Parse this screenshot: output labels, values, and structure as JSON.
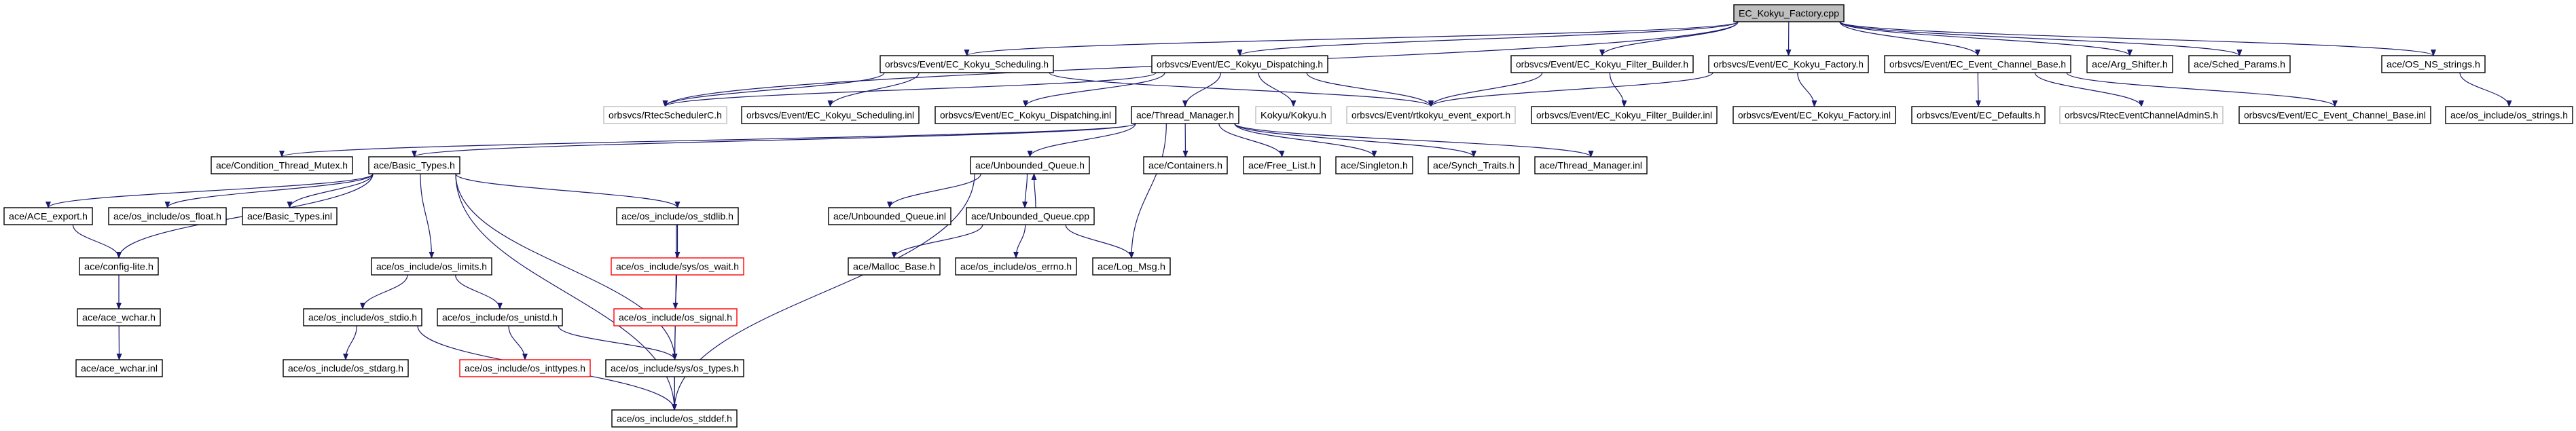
{
  "graph": {
    "edge_color": "#191970",
    "colors": {
      "normal_border": "#000000",
      "external_border": "#bfbfbf",
      "truncated_border": "#ff0000",
      "root_fill": "#bfbfbf",
      "node_fill": "#ffffff"
    },
    "nodes": [
      {
        "id": "F",
        "label": "EC_Kokyu_Factory.cpp",
        "kind": "root"
      },
      {
        "id": "sch_h",
        "label": "orbsvcs/Event/EC_Kokyu_Scheduling.h",
        "kind": "normal"
      },
      {
        "id": "disp_h",
        "label": "orbsvcs/Event/EC_Kokyu_Dispatching.h",
        "kind": "normal"
      },
      {
        "id": "fb_h",
        "label": "orbsvcs/Event/EC_Kokyu_Filter_Builder.h",
        "kind": "normal"
      },
      {
        "id": "kf_h",
        "label": "orbsvcs/Event/EC_Kokyu_Factory.h",
        "kind": "normal"
      },
      {
        "id": "ecb_h",
        "label": "orbsvcs/Event/EC_Event_Channel_Base.h",
        "kind": "normal"
      },
      {
        "id": "arg",
        "label": "ace/Arg_Shifter.h",
        "kind": "normal"
      },
      {
        "id": "sched",
        "label": "ace/Sched_Params.h",
        "kind": "normal"
      },
      {
        "id": "nsstr",
        "label": "ace/OS_NS_strings.h",
        "kind": "normal"
      },
      {
        "id": "rtsch",
        "label": "orbsvcs/RtecSchedulerC.h",
        "kind": "external"
      },
      {
        "id": "sch_inl",
        "label": "orbsvcs/Event/EC_Kokyu_Scheduling.inl",
        "kind": "normal"
      },
      {
        "id": "disp_inl",
        "label": "orbsvcs/Event/EC_Kokyu_Dispatching.inl",
        "kind": "normal"
      },
      {
        "id": "tm_h",
        "label": "ace/Thread_Manager.h",
        "kind": "normal"
      },
      {
        "id": "kokyu",
        "label": "Kokyu/Kokyu.h",
        "kind": "external"
      },
      {
        "id": "rtk",
        "label": "orbsvcs/Event/rtkokyu_event_export.h",
        "kind": "external"
      },
      {
        "id": "fb_inl",
        "label": "orbsvcs/Event/EC_Kokyu_Filter_Builder.inl",
        "kind": "normal"
      },
      {
        "id": "kf_inl",
        "label": "orbsvcs/Event/EC_Kokyu_Factory.inl",
        "kind": "normal"
      },
      {
        "id": "ecdef",
        "label": "orbsvcs/Event/EC_Defaults.h",
        "kind": "normal"
      },
      {
        "id": "rteca",
        "label": "orbsvcs/RtecEventChannelAdminS.h",
        "kind": "external"
      },
      {
        "id": "ecb_inl",
        "label": "orbsvcs/Event/EC_Event_Channel_Base.inl",
        "kind": "normal"
      },
      {
        "id": "osstr",
        "label": "ace/os_include/os_strings.h",
        "kind": "normal"
      },
      {
        "id": "ctm",
        "label": "ace/Condition_Thread_Mutex.h",
        "kind": "normal"
      },
      {
        "id": "bt_h",
        "label": "ace/Basic_Types.h",
        "kind": "normal"
      },
      {
        "id": "uq_h",
        "label": "ace/Unbounded_Queue.h",
        "kind": "normal"
      },
      {
        "id": "cont",
        "label": "ace/Containers.h",
        "kind": "normal"
      },
      {
        "id": "fl",
        "label": "ace/Free_List.h",
        "kind": "normal"
      },
      {
        "id": "sing",
        "label": "ace/Singleton.h",
        "kind": "normal"
      },
      {
        "id": "st",
        "label": "ace/Synch_Traits.h",
        "kind": "normal"
      },
      {
        "id": "tm_inl",
        "label": "ace/Thread_Manager.inl",
        "kind": "normal"
      },
      {
        "id": "acex",
        "label": "ace/ACE_export.h",
        "kind": "normal"
      },
      {
        "id": "float",
        "label": "ace/os_include/os_float.h",
        "kind": "normal"
      },
      {
        "id": "bt_inl",
        "label": "ace/Basic_Types.inl",
        "kind": "normal"
      },
      {
        "id": "stdlib",
        "label": "ace/os_include/os_stdlib.h",
        "kind": "normal"
      },
      {
        "id": "uq_inl",
        "label": "ace/Unbounded_Queue.inl",
        "kind": "normal"
      },
      {
        "id": "uq_cpp",
        "label": "ace/Unbounded_Queue.cpp",
        "kind": "normal"
      },
      {
        "id": "cfg",
        "label": "ace/config-lite.h",
        "kind": "normal"
      },
      {
        "id": "limits",
        "label": "ace/os_include/os_limits.h",
        "kind": "normal"
      },
      {
        "id": "wait",
        "label": "ace/os_include/sys/os_wait.h",
        "kind": "truncated"
      },
      {
        "id": "malloc",
        "label": "ace/Malloc_Base.h",
        "kind": "normal"
      },
      {
        "id": "errno",
        "label": "ace/os_include/os_errno.h",
        "kind": "normal"
      },
      {
        "id": "logmsg",
        "label": "ace/Log_Msg.h",
        "kind": "normal"
      },
      {
        "id": "wchar",
        "label": "ace/ace_wchar.h",
        "kind": "normal"
      },
      {
        "id": "stdio",
        "label": "ace/os_include/os_stdio.h",
        "kind": "normal"
      },
      {
        "id": "unistd",
        "label": "ace/os_include/os_unistd.h",
        "kind": "normal"
      },
      {
        "id": "signal",
        "label": "ace/os_include/os_signal.h",
        "kind": "truncated"
      },
      {
        "id": "wchar_inl",
        "label": "ace/ace_wchar.inl",
        "kind": "normal"
      },
      {
        "id": "stdarg",
        "label": "ace/os_include/os_stdarg.h",
        "kind": "normal"
      },
      {
        "id": "inttypes",
        "label": "ace/os_include/os_inttypes.h",
        "kind": "truncated"
      },
      {
        "id": "types",
        "label": "ace/os_include/sys/os_types.h",
        "kind": "normal"
      },
      {
        "id": "stddef",
        "label": "ace/os_include/os_stddef.h",
        "kind": "normal"
      }
    ],
    "edges": [
      [
        "F",
        "rtsch"
      ],
      [
        "F",
        "sch_h"
      ],
      [
        "F",
        "disp_h"
      ],
      [
        "F",
        "fb_h"
      ],
      [
        "F",
        "kf_h"
      ],
      [
        "F",
        "ecb_h"
      ],
      [
        "F",
        "arg"
      ],
      [
        "F",
        "sched"
      ],
      [
        "F",
        "nsstr"
      ],
      [
        "sch_h",
        "rtsch"
      ],
      [
        "sch_h",
        "sch_inl"
      ],
      [
        "sch_h",
        "rtk"
      ],
      [
        "disp_h",
        "rtsch"
      ],
      [
        "disp_h",
        "disp_inl"
      ],
      [
        "disp_h",
        "tm_h"
      ],
      [
        "disp_h",
        "kokyu"
      ],
      [
        "disp_h",
        "rtk"
      ],
      [
        "fb_h",
        "rtk"
      ],
      [
        "fb_h",
        "fb_inl"
      ],
      [
        "kf_h",
        "rtk"
      ],
      [
        "kf_h",
        "kf_inl"
      ],
      [
        "ecb_h",
        "ecdef"
      ],
      [
        "ecb_h",
        "rteca"
      ],
      [
        "ecb_h",
        "ecb_inl"
      ],
      [
        "nsstr",
        "osstr"
      ],
      [
        "tm_h",
        "ctm"
      ],
      [
        "tm_h",
        "bt_h"
      ],
      [
        "tm_h",
        "uq_h"
      ],
      [
        "tm_h",
        "cont"
      ],
      [
        "tm_h",
        "fl"
      ],
      [
        "tm_h",
        "sing"
      ],
      [
        "tm_h",
        "st"
      ],
      [
        "tm_h",
        "tm_inl"
      ],
      [
        "tm_h",
        "logmsg"
      ],
      [
        "bt_h",
        "acex"
      ],
      [
        "bt_h",
        "float"
      ],
      [
        "bt_h",
        "bt_inl"
      ],
      [
        "bt_h",
        "cfg"
      ],
      [
        "bt_h",
        "stddef"
      ],
      [
        "bt_h",
        "limits"
      ],
      [
        "bt_h",
        "types"
      ],
      [
        "bt_h",
        "stdlib"
      ],
      [
        "acex",
        "cfg"
      ],
      [
        "cfg",
        "wchar"
      ],
      [
        "wchar",
        "wchar_inl"
      ],
      [
        "limits",
        "stdio"
      ],
      [
        "limits",
        "unistd"
      ],
      [
        "stdio",
        "stdarg"
      ],
      [
        "stdio",
        "stddef"
      ],
      [
        "unistd",
        "inttypes"
      ],
      [
        "unistd",
        "types"
      ],
      [
        "types",
        "stddef"
      ],
      [
        "stdlib",
        "wait"
      ],
      [
        "stdlib",
        "stddef"
      ],
      [
        "wait",
        "signal"
      ],
      [
        "signal",
        "types"
      ],
      [
        "uq_h",
        "stddef"
      ],
      [
        "uq_h",
        "uq_inl"
      ],
      [
        "uq_h",
        "uq_cpp"
      ],
      [
        "uq_cpp",
        "uq_h"
      ],
      [
        "uq_cpp",
        "malloc"
      ],
      [
        "uq_cpp",
        "errno"
      ],
      [
        "uq_cpp",
        "logmsg"
      ]
    ]
  }
}
